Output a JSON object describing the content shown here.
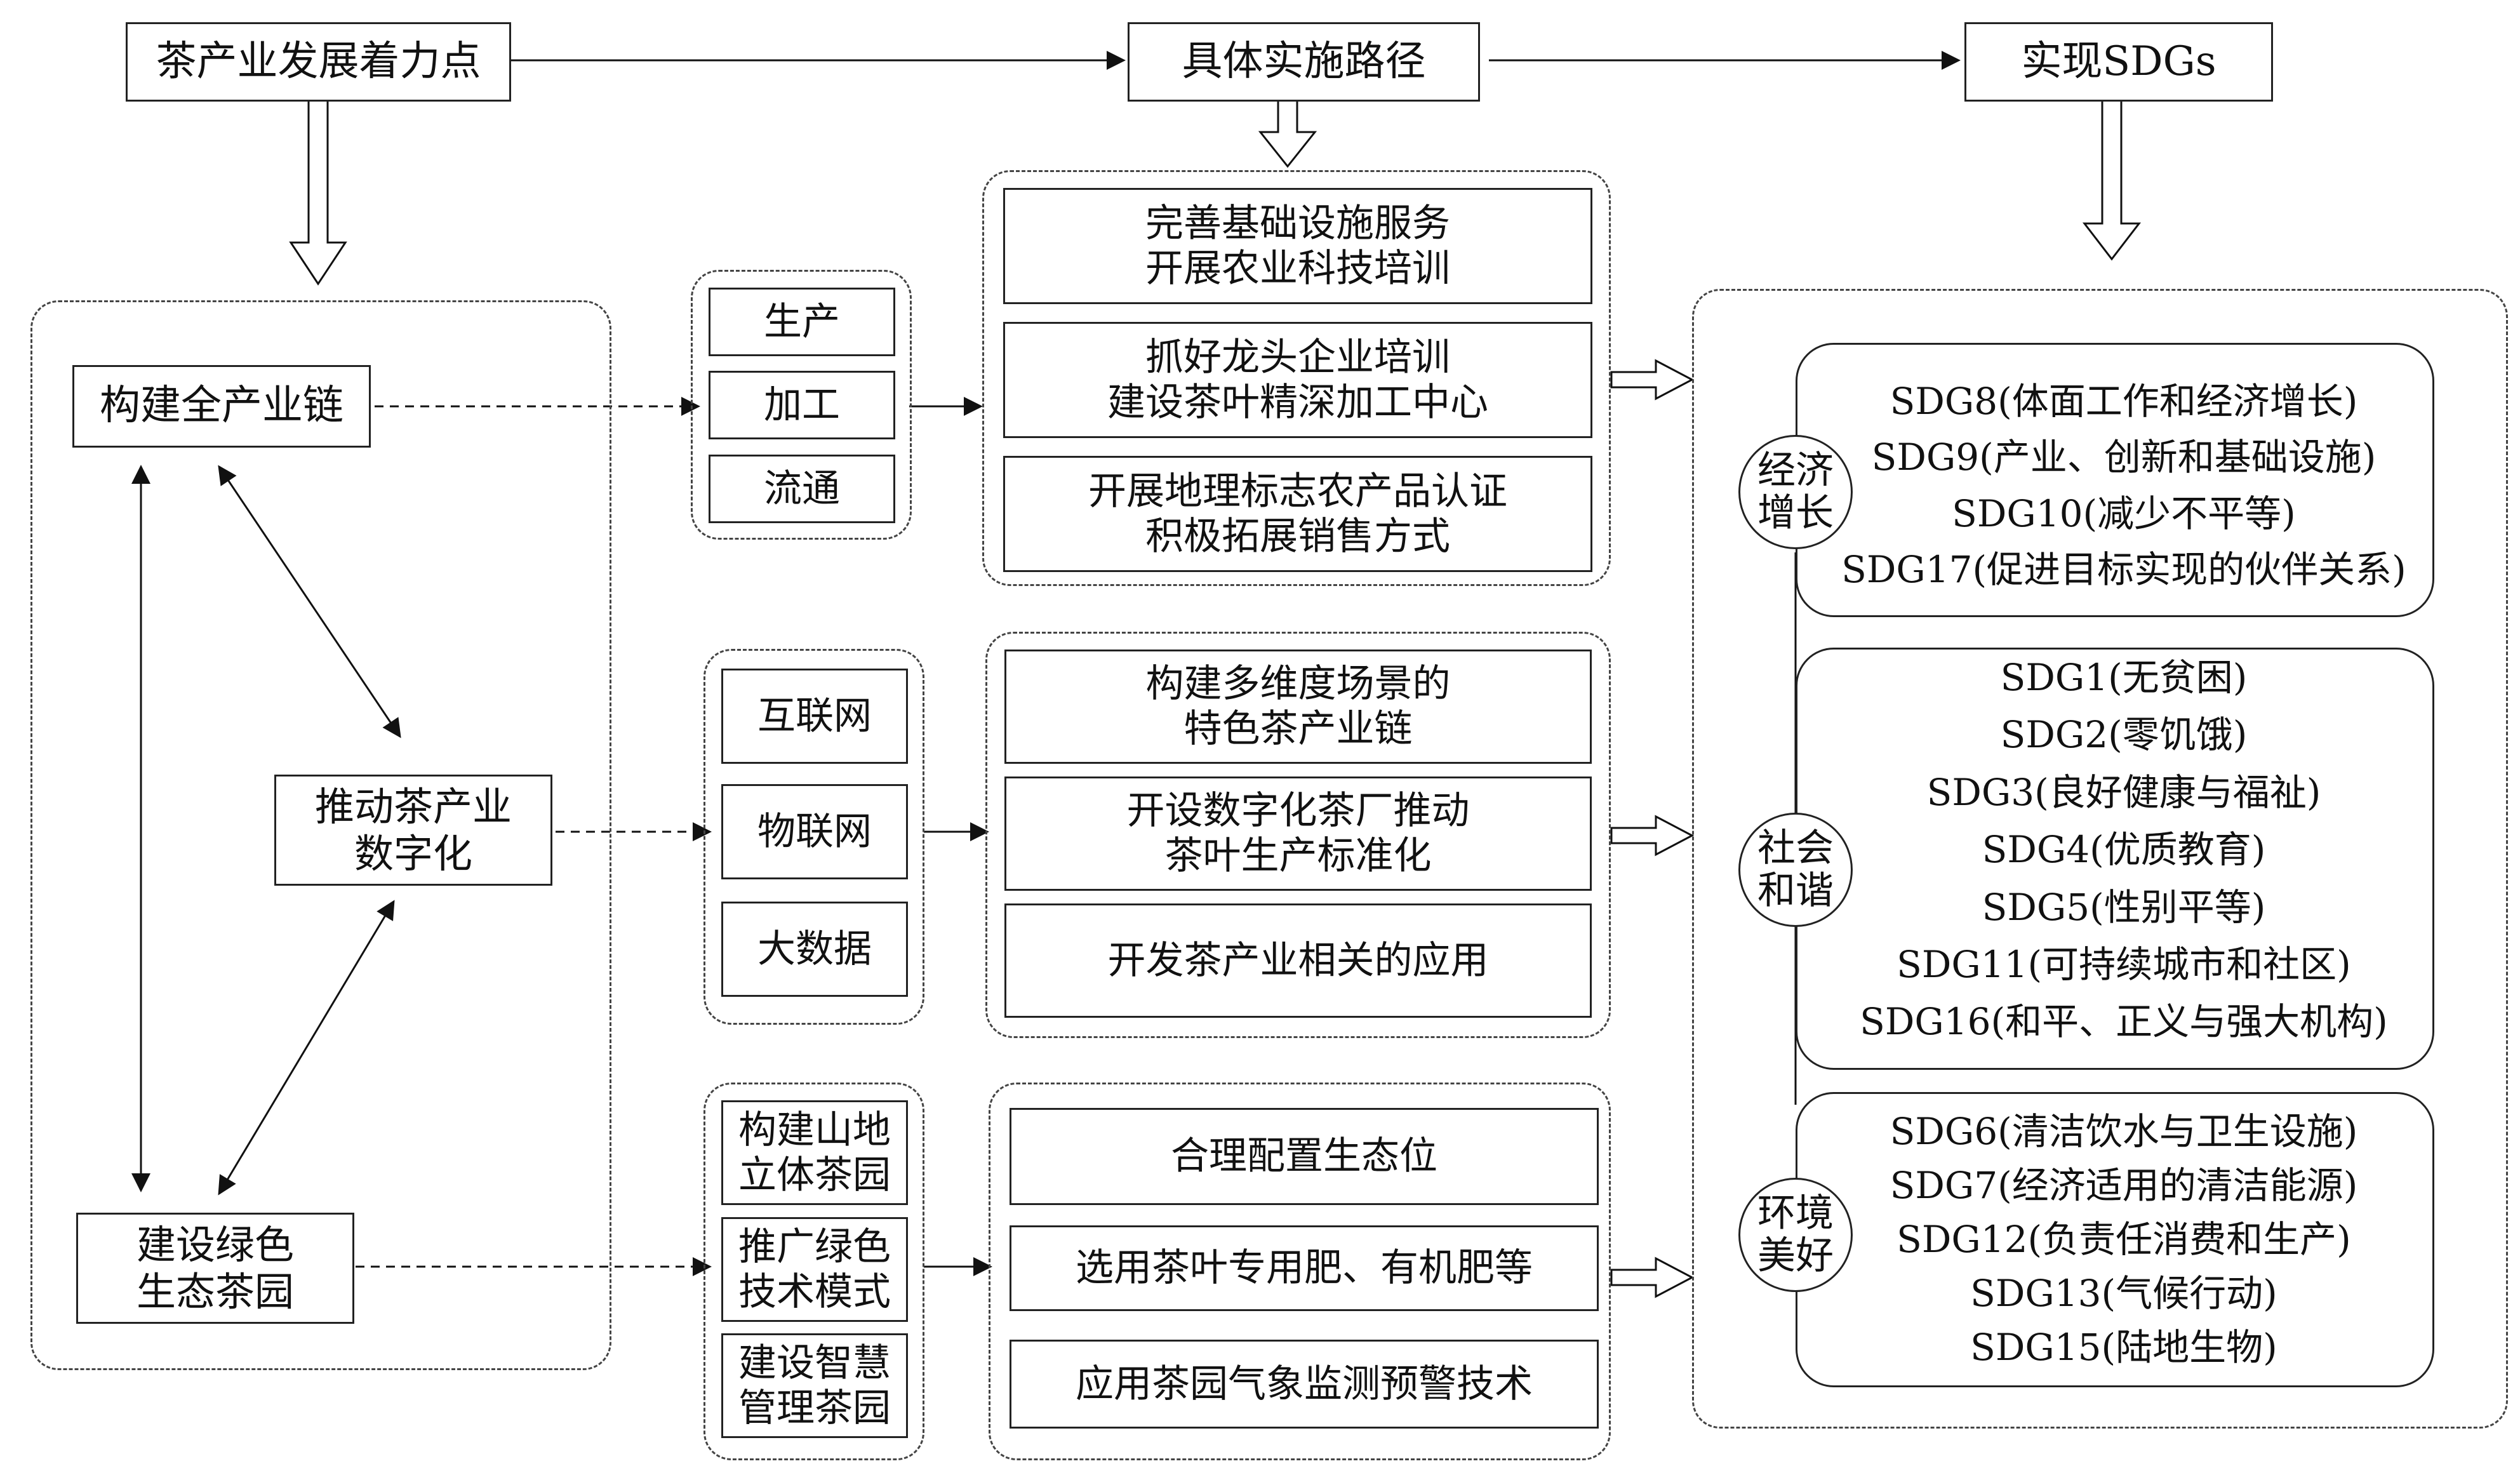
{
  "headers": {
    "focus": "茶产业发展着力点",
    "paths": "具体实施路径",
    "sdgs": "实现SDGs"
  },
  "focus_points": {
    "chain": "构建全产业链",
    "digital": [
      "推动茶产业",
      "数字化"
    ],
    "green": [
      "建设绿色",
      "生态茶园"
    ]
  },
  "stages": {
    "chain": [
      "生产",
      "加工",
      "流通"
    ],
    "digital": [
      "互联网",
      "物联网",
      "大数据"
    ],
    "green": [
      [
        "构建山地",
        "立体茶园"
      ],
      [
        "推广绿色",
        "技术模式"
      ],
      [
        "建设智慧",
        "管理茶园"
      ]
    ]
  },
  "measures": {
    "chain": [
      [
        "完善基础设施服务",
        "开展农业科技培训"
      ],
      [
        "抓好龙头企业培训",
        "建设茶叶精深加工中心"
      ],
      [
        "开展地理标志农产品认证",
        "积极拓展销售方式"
      ]
    ],
    "digital": [
      [
        "构建多维度场景的",
        "特色茶产业链"
      ],
      [
        "开设数字化茶厂推动",
        "茶叶生产标准化"
      ],
      [
        "开发茶产业相关的应用",
        ""
      ]
    ],
    "green": [
      [
        "合理配置生态位",
        ""
      ],
      [
        "选用茶叶专用肥、有机肥等",
        ""
      ],
      [
        "应用茶园气象监测预警技术",
        ""
      ]
    ]
  },
  "goals": {
    "economic": {
      "label": [
        "经济",
        "增长"
      ],
      "items": [
        "SDG8(体面工作和经济增长)",
        "SDG9(产业、创新和基础设施)",
        "SDG10(减少不平等)",
        "SDG17(促进目标实现的伙伴关系)"
      ]
    },
    "social": {
      "label": [
        "社会",
        "和谐"
      ],
      "items": [
        "SDG1(无贫困)",
        "SDG2(零饥饿)",
        "SDG3(良好健康与福祉)",
        "SDG4(优质教育)",
        "SDG5(性别平等)",
        "SDG11(可持续城市和社区)",
        "SDG16(和平、正义与强大机构)"
      ]
    },
    "environment": {
      "label": [
        "环境",
        "美好"
      ],
      "items": [
        "SDG6(清洁饮水与卫生设施)",
        "SDG7(经济适用的清洁能源)",
        "SDG12(负责任消费和生产)",
        "SDG13(气候行动)",
        "SDG15(陆地生物)"
      ]
    }
  }
}
